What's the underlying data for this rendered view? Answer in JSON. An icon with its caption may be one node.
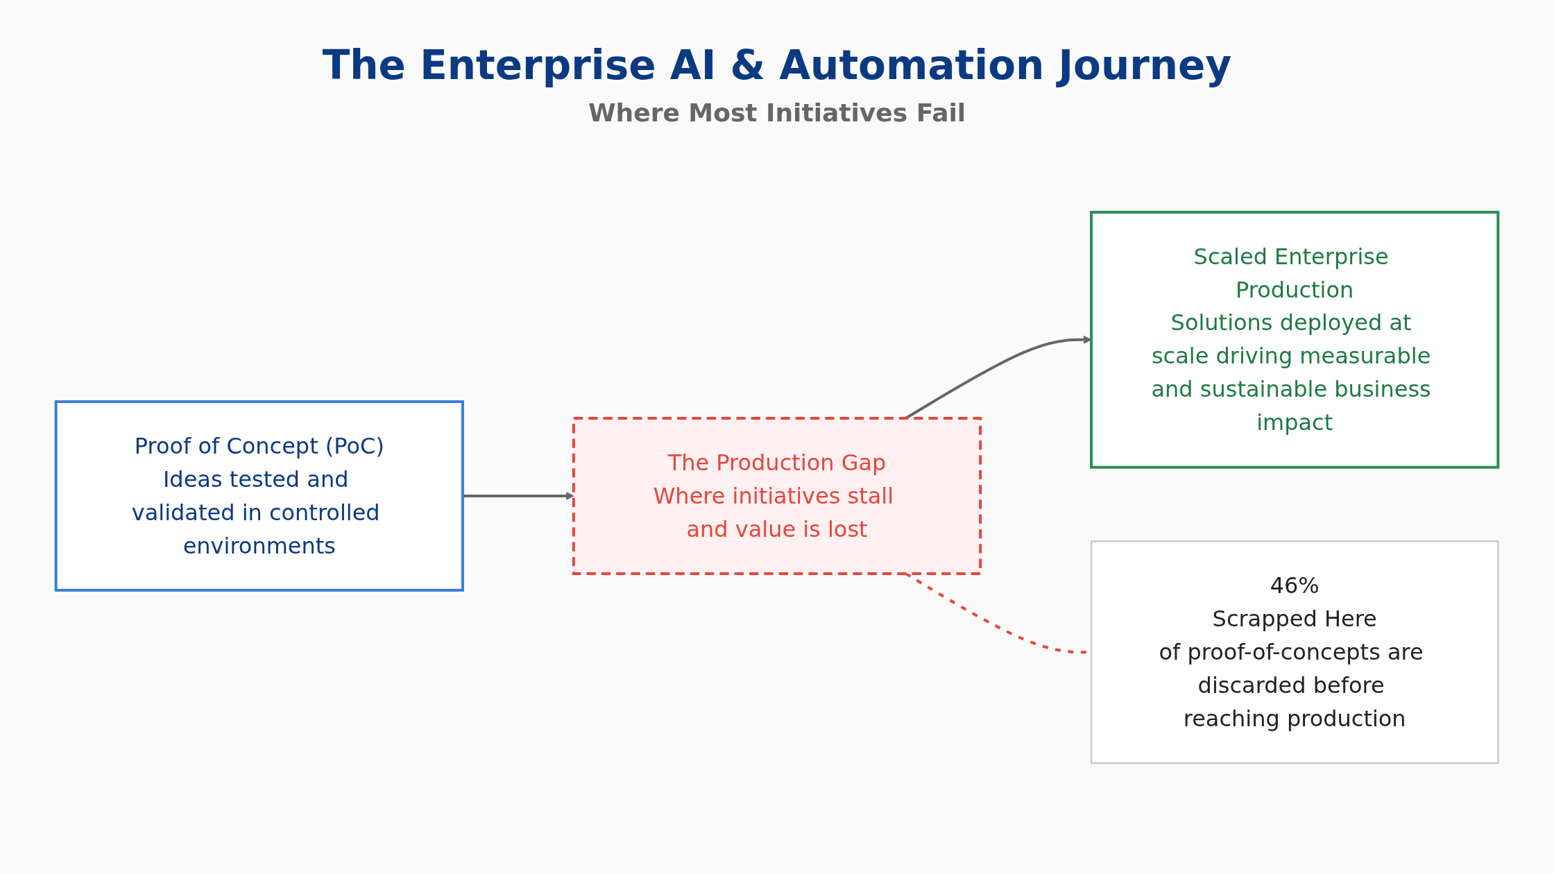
{
  "diagram": {
    "title": "The Enterprise AI & Automation Journey",
    "nodes": [
      {
        "text": [
          "Proof of Concept (PoC)",
          "Ideas tested and validated in controlled environments"
        ]
      },
      {
        "text": [
          "The Production Gap",
          "Where initiatives stall and value is lost"
        ]
      },
      {
        "text": [
          "Scaled Enterprise Production",
          "Solutions deployed at scale driving measurable and sustainable business impact"
        ]
      },
      {
        "text": [
          "46%",
          "Scrapped Here",
          "of proof-of-concepts are discarded before reaching production"
        ]
      }
    ],
    "edges": [
      {
        "from": 0,
        "to": 1,
        "arrow": "to"
      },
      {
        "from": 1,
        "to": 2,
        "arrow": "to"
      },
      {
        "from": 1,
        "to": 3,
        "arrow": "none",
        "style": "dashed",
        "color": "#e8453c"
      }
    ],
    "labels": [
      "Where Most Initiatives Fail"
    ]
  }
}
